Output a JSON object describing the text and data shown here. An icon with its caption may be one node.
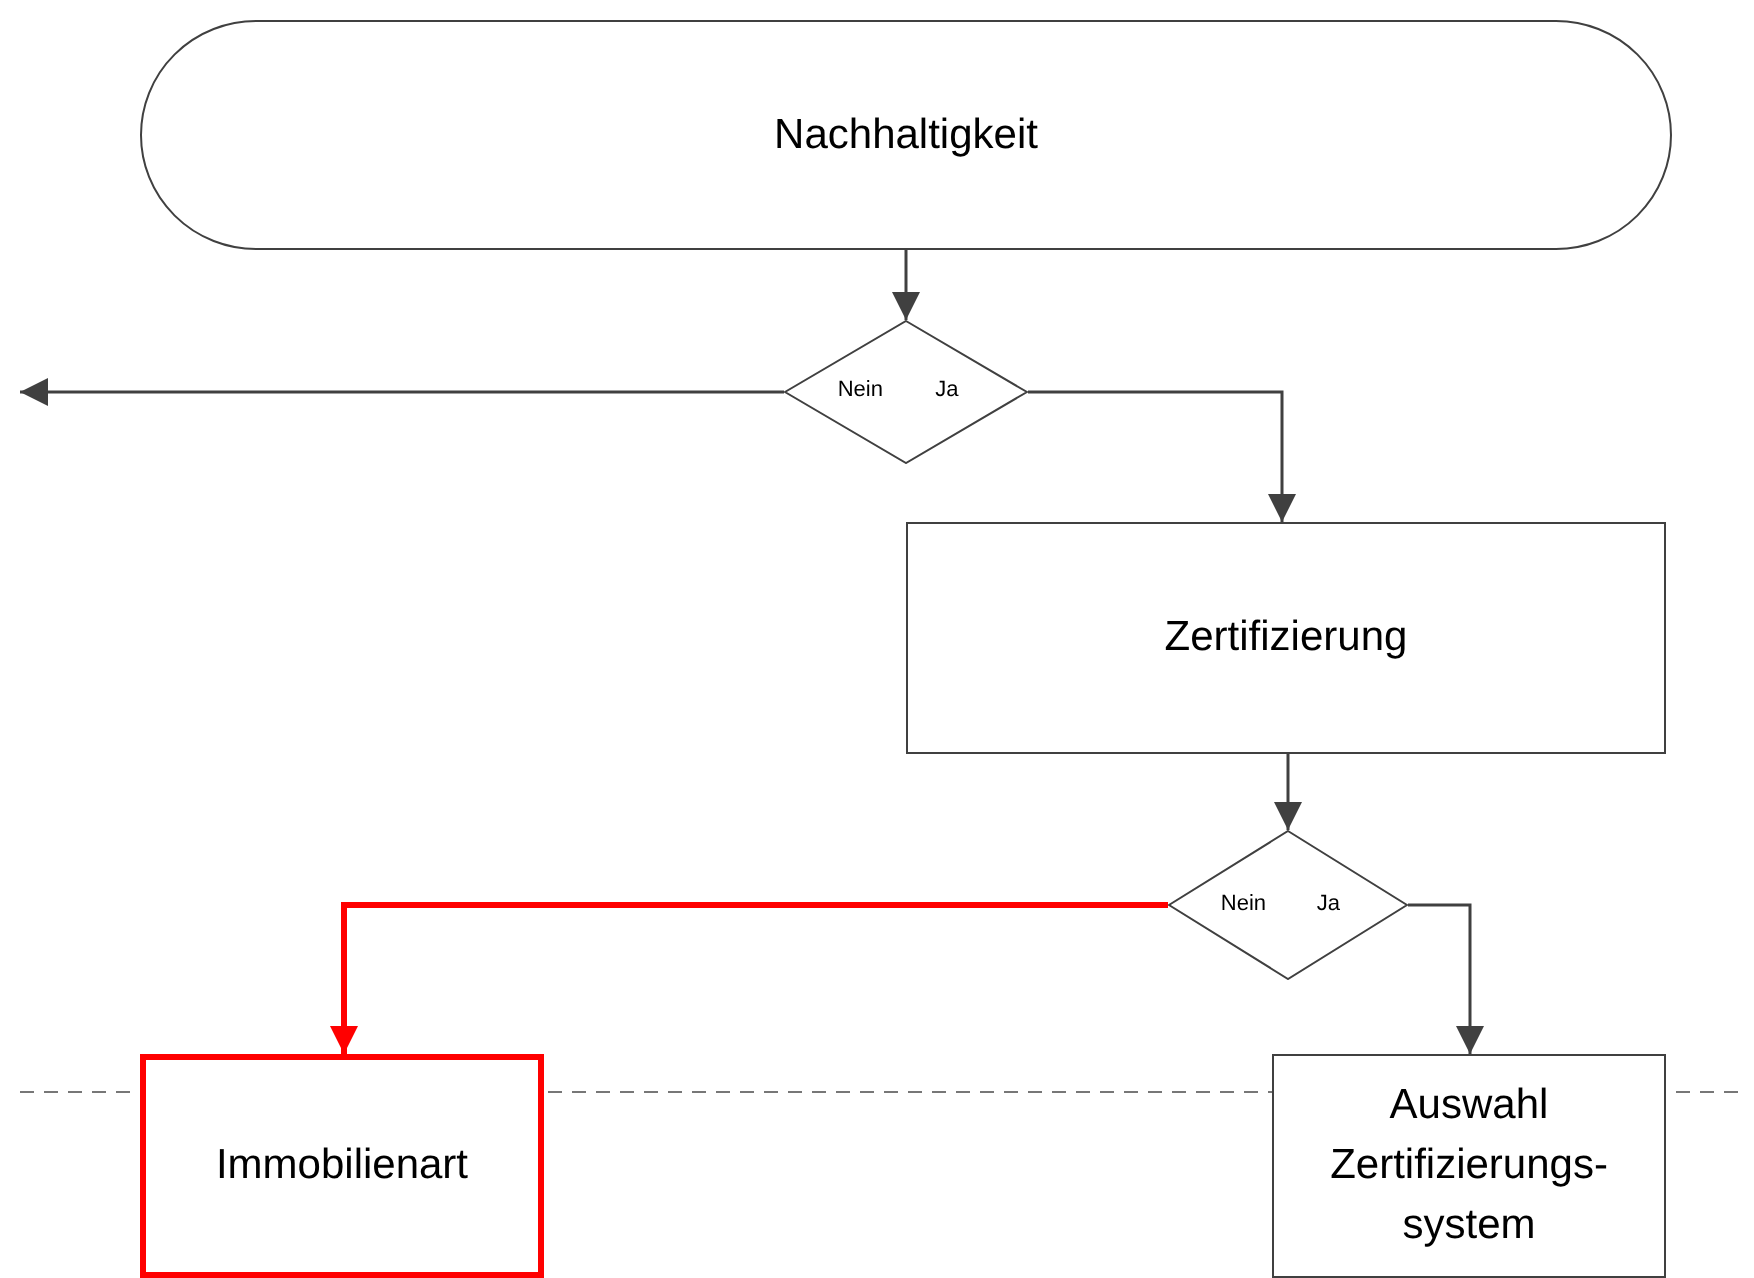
{
  "diagram": {
    "nodes": [
      {
        "text": [
          "Nachhaltigkeit"
        ]
      },
      {
        "text": [
          "Nein",
          "Ja"
        ]
      },
      {
        "text": [
          "Zertifizierung"
        ]
      },
      {
        "text": [
          "Nein",
          "Ja"
        ]
      },
      {
        "text": [
          "Immobilienart"
        ]
      },
      {
        "text": [
          "Auswahl Zertifizierungs-system"
        ]
      }
    ],
    "edges": [
      {
        "from": 0,
        "to": 1,
        "arrow": "to"
      },
      {
        "from": 1,
        "to": null,
        "arrow": "to"
      },
      {
        "from": 1,
        "to": 2,
        "arrow": "to"
      },
      {
        "from": 2,
        "to": 3,
        "arrow": "to"
      },
      {
        "from": 3,
        "to": 4,
        "arrow": "to",
        "style": "thick",
        "color": "#ff0000"
      },
      {
        "from": 3,
        "to": 5,
        "arrow": "to"
      }
    ]
  }
}
